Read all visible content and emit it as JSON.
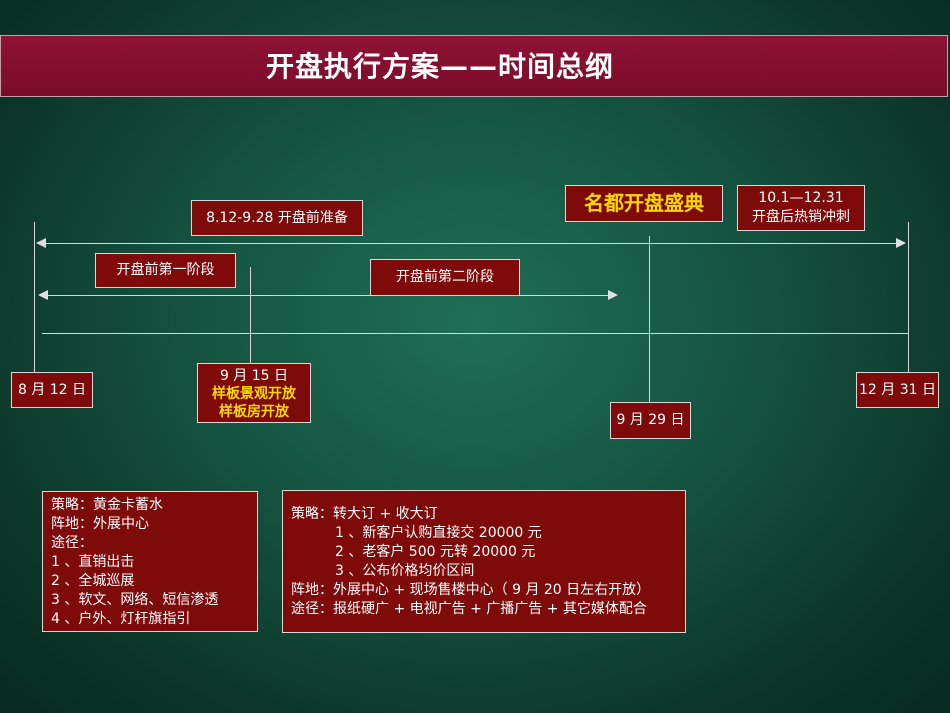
{
  "title": "开盘执行方案——时间总纲",
  "labels": {
    "prep": "8.12-9.28 开盘前准备",
    "ceremony": "名都开盘盛典",
    "post_line1": "10.1—12.31",
    "post_line2": "开盘后热销冲刺",
    "phase1": "开盘前第一阶段",
    "phase2": "开盘前第二阶段",
    "date_start": "8 月 12 日",
    "date_end": "12 月 31 日",
    "date_sep15": "9 月 15 日",
    "sep15_event1": "样板景观开放",
    "sep15_event2": "样板房开放",
    "date_sep29": "9 月 29 日"
  },
  "left_info": [
    "策略：黄金卡蓄水",
    "阵地：外展中心",
    "途径：",
    "1 、直销出击",
    "2 、全城巡展",
    "3 、软文、网络、短信渗透",
    "4 、户外、灯杆旗指引"
  ],
  "right_info": {
    "strategy": "策略：转大订   +  收大订",
    "items": [
      "1 、新客户认购直接交 20000 元",
      "2 、老客户 500 元转 20000 元",
      "3 、公布价格均价区间"
    ],
    "position": "阵地：外展中心    +   现场售楼中心（ 9 月 20 日左右开放）",
    "channels": "途径：报纸硬广 + 电视广告 + 广播广告 + 其它媒体配合"
  }
}
